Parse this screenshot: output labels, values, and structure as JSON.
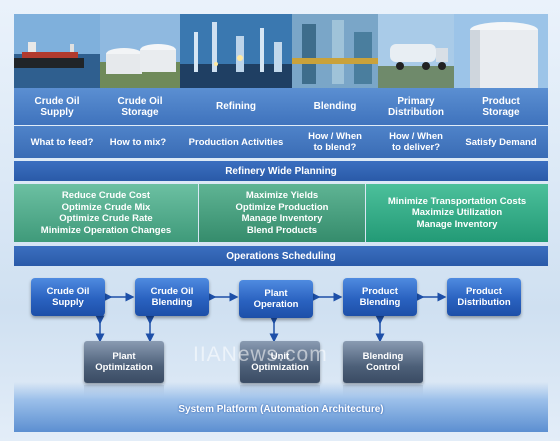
{
  "stages": [
    {
      "label": "Crude Oil\nSupply"
    },
    {
      "label": "Crude Oil\nStorage"
    },
    {
      "label": "Refining"
    },
    {
      "label": "Blending"
    },
    {
      "label": "Primary\nDistribution"
    },
    {
      "label": "Product\nStorage"
    }
  ],
  "questions": [
    {
      "label": "What to feed?"
    },
    {
      "label": "How to mix?"
    },
    {
      "label": "Production Activities"
    },
    {
      "label": "How / When\nto blend?"
    },
    {
      "label": "How / When\nto deliver?"
    },
    {
      "label": "Satisfy Demand"
    }
  ],
  "planning": {
    "title": "Refinery Wide Planning"
  },
  "goals": {
    "crude": [
      "Reduce Crude Cost",
      "Optimize Crude Mix",
      "Optimize Crude Rate",
      "Minimize Operation Changes"
    ],
    "production": [
      "Maximize Yields",
      "Optimize Production",
      "Manage Inventory",
      "Blend Products"
    ],
    "distribution": [
      "Minimize Transportation Costs",
      "Maximize Utilization",
      "Manage Inventory"
    ]
  },
  "scheduling": {
    "title": "Operations Scheduling"
  },
  "processes": [
    {
      "label": "Crude Oil\nSupply"
    },
    {
      "label": "Crude Oil\nBlending"
    },
    {
      "label": "Plant\nOperation"
    },
    {
      "label": "Product\nBlending"
    },
    {
      "label": "Product\nDistribution"
    }
  ],
  "optimizers": [
    {
      "label": "Plant\nOptimization"
    },
    {
      "label": "Unit\nOptimization"
    },
    {
      "label": "Blending\nControl"
    }
  ],
  "platform": {
    "title": "System Platform (Automation Architecture)"
  },
  "watermark": "IIANews.com",
  "colors": {
    "band_blue": "#3b6fc0",
    "goal_green_left": "#4aa88a",
    "goal_green_mid": "#3f9a7a",
    "goal_green_right": "#2fa080",
    "process_blue": "#2a62c0",
    "optimizer_slate": "#4d6079"
  }
}
